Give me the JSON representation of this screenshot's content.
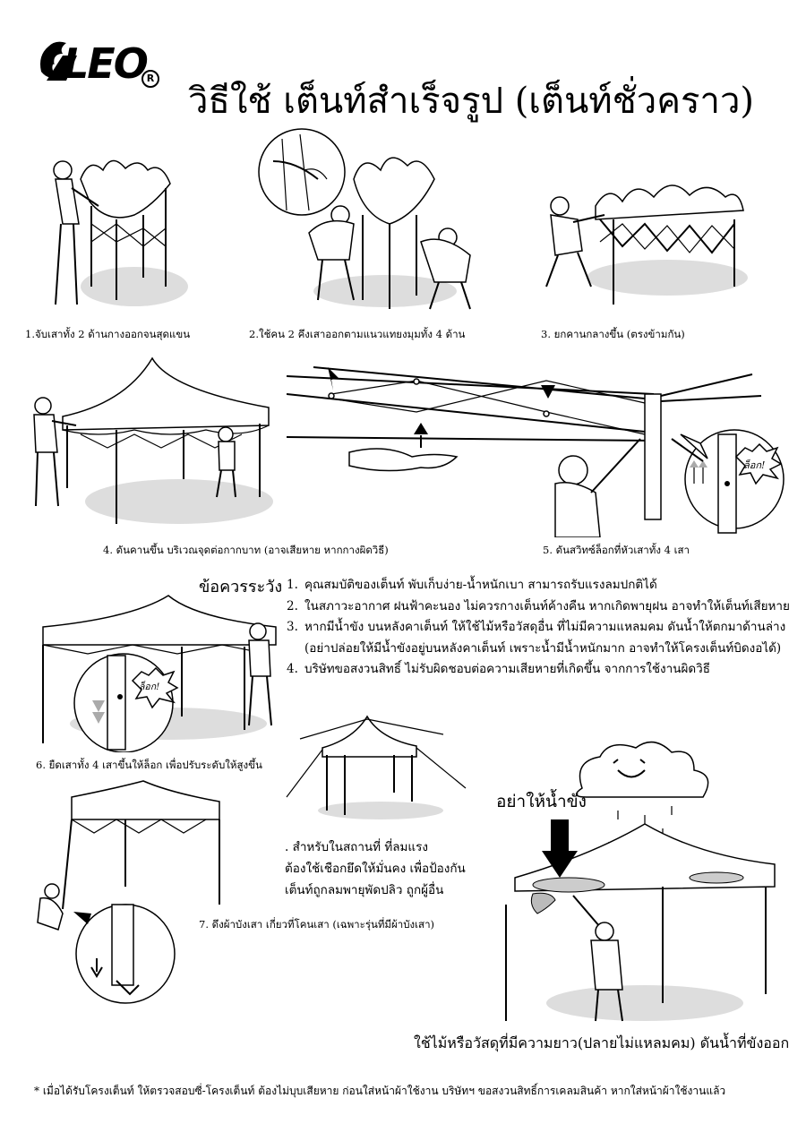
{
  "brand": {
    "logo_text": "LEO",
    "registered": "R"
  },
  "title": "วิธีใช้ เต็นท์สำเร็จรูป (เต็นท์ชั่วคราว)",
  "steps": [
    {
      "caption": "1.จับเสาทั้ง 2 ด้านกางออกจนสุดแขน"
    },
    {
      "caption": "2.ใช้คน 2 คึงเสาออกตามแนวแทยงมุมทั้ง 4 ด้าน"
    },
    {
      "caption": "3. ยกคานกลางขึ้น (ตรงข้ามกัน)"
    },
    {
      "caption": "4. ดันคานขึ้น บริเวณจุดต่อกากบาท (อาจเสียหาย หากกางผิดวิธี)"
    },
    {
      "caption": "5. ดันสวิทซ์ล็อกที่หัวเสาทั้ง 4 เสา"
    },
    {
      "caption": "6. ยืดเสาทั้ง 4 เสาขึ้นให้ล็อก เพื่อปรับระดับให้สูงขึ้น"
    },
    {
      "caption": "7. ดึงผ้าบังเสา เกี่ยวที่โคนเสา (เฉพาะรุ่นที่มีผ้าบังเสา)"
    }
  ],
  "lock_label": "ล็อก!",
  "warnings": {
    "title": "ข้อควรระวัง",
    "items": [
      {
        "num": "1.",
        "text": "คุณสมบัติของเต็นท์ พับเก็บง่าย-น้ำหนักเบา สามารถรับแรงลมปกติได้"
      },
      {
        "num": "2.",
        "text": "ในสภาวะอากาศ ฝนฟ้าคะนอง ไม่ควรกางเต็นท์ค้างคืน หากเกิดพายุฝน อาจทำให้เต็นท์เสียหาย"
      },
      {
        "num": "3.",
        "text": "หากมีน้ำขัง บนหลังคาเต็นท์ ให้ใช้ไม้หรือวัสดุอื่น ที่ไม่มีความแหลมคม ดันน้ำให้ตกมาด้านล่าง"
      },
      {
        "num": "",
        "text": "(อย่าปล่อยให้มีน้ำขังอยู่บนหลังคาเต็นท์ เพราะน้ำมีน้ำหนักมาก อาจทำให้โครงเต็นท์บิดงอได้)"
      },
      {
        "num": "4.",
        "text": "บริษัทขอสงวนสิทธิ์ ไม่รับผิดชอบต่อความเสียหายที่เกิดขึ้น จากการใช้งานผิดวิธี"
      }
    ]
  },
  "wind_note": [
    ". สำหรับในสถานที่ ที่ลมแรง",
    "ต้องใช้เชือกยึดให้มั่นคง เพื่อป้องกัน",
    "เต็นท์ถูกลมพายุพัดปลิว ถูกผู้อื่น"
  ],
  "no_water": "อย่าให้น้ำขัง",
  "push_water": "ใช้ไม้หรือวัสดุที่มีความยาว(ปลายไม่แหลมคม) ดันน้ำที่ขังออก",
  "footer": "* เมื่อได้รับโครงเต็นท์ ให้ตรวจสอบซี่-โครงเต็นท์ ต้องไม่บุบเสียหาย ก่อนใส่หน้าผ้าใช้งาน  บริษัทฯ ขอสงวนสิทธิ์การเคลมสินค้า หากใส่หน้าผ้าใช้งานแล้ว"
}
